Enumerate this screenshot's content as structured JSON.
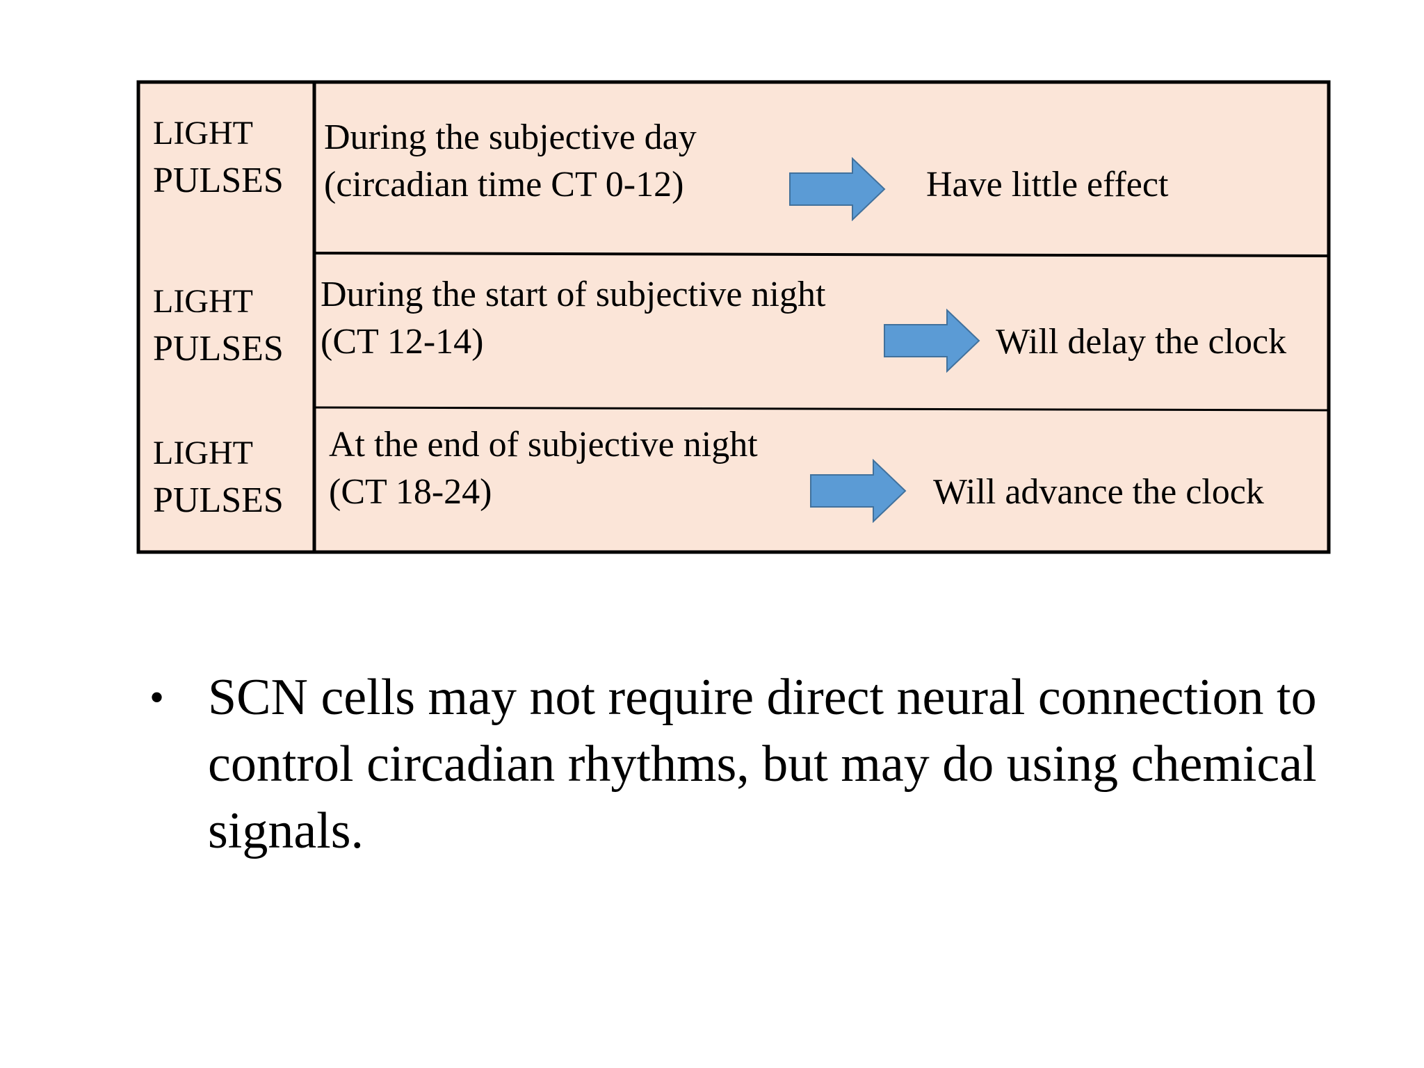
{
  "rows": [
    {
      "label_line1": "LIGHT",
      "label_line2": "PULSES",
      "condition_line1": "During the subjective day",
      "condition_line2": "(circadian time CT 0-12)",
      "effect": "Have little effect"
    },
    {
      "label_line1": "LIGHT",
      "label_line2": "PULSES",
      "condition_line1": "During the start of subjective night",
      "condition_line2": "(CT 12-14)",
      "effect": "Will delay the clock"
    },
    {
      "label_line1": "LIGHT",
      "label_line2": "PULSES",
      "condition_line1": "At the end of subjective night",
      "condition_line2": "(CT 18-24)",
      "effect": "Will advance the clock"
    }
  ],
  "bullet": {
    "symbol": "•",
    "text": "SCN cells may not require direct neural connection to control circadian rhythms, but may do using chemical signals."
  },
  "colors": {
    "box_fill": "#fbe5d8",
    "arrow_fill": "#5b9bd5",
    "arrow_stroke": "#41719c"
  },
  "icons": {
    "arrow": "right-arrow-icon"
  }
}
